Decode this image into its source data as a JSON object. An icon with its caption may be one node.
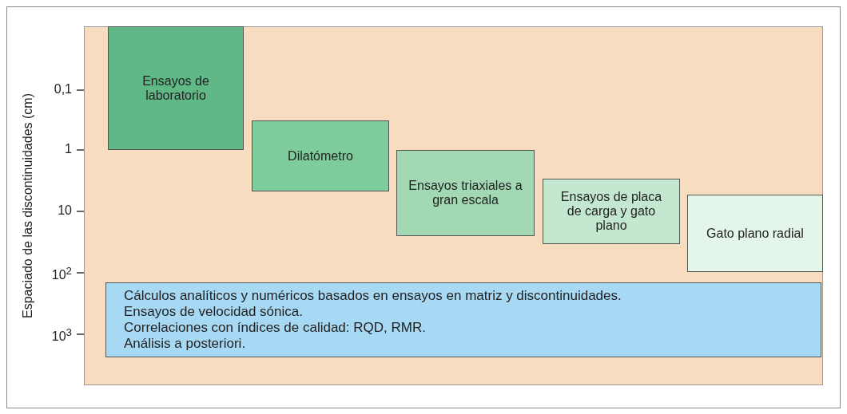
{
  "diagram": {
    "nodes": [
      {
        "text": [
          "Ensayos de laboratorio"
        ]
      },
      {
        "text": [
          "Dilatómetro"
        ]
      },
      {
        "text": [
          "Ensayos triaxiales a gran escala"
        ]
      },
      {
        "text": [
          "Ensayos de placa de carga y gato plano"
        ]
      },
      {
        "text": [
          "Gato plano radial"
        ]
      },
      {
        "text": [
          "Cálculos analíticos y numéricos basados en ensayos en matriz y discontinuidades.",
          "Ensayos de velocidad sónica.",
          "Correlaciones con índices de calidad: RQD, RMR.",
          "Análisis a posteriori."
        ]
      }
    ],
    "edges": [],
    "labels": [
      "Espaciado de las discontinuidades (cm)",
      "0,1",
      "1",
      "10",
      "10$^{2}$",
      "10$^{3}$"
    ]
  }
}
